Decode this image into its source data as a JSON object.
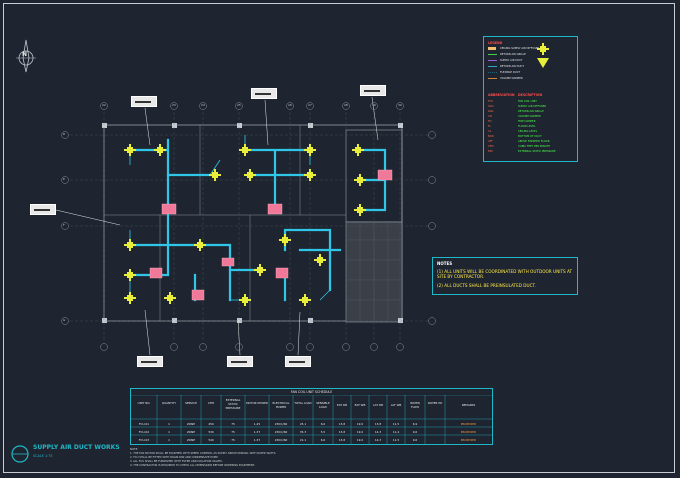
{
  "drawing": {
    "title": "SUPPLY AIR DUCT WORKS",
    "scale": "SCALE 1:75"
  },
  "compass": {
    "letter": "N"
  },
  "grid_labels": {
    "top": [
      "22",
      "23",
      "24",
      "25",
      "26",
      "27",
      "28",
      "29",
      "30"
    ],
    "left": [
      "D",
      "E",
      "F",
      "G"
    ]
  },
  "legend": {
    "heading": "LEGEND",
    "symbols": [
      "CEILING SUPPLY AIR DIFFUSER",
      "RETURN AIR GRILLE",
      "SUPPLY AIR DUCT",
      "RETURN AIR DUCT",
      "FLEXIBLE DUCT",
      "VOLUME DAMPER"
    ],
    "abbr_heading": "ABBREVIATION",
    "desc_heading": "DESCRIPTION",
    "abbreviations": [
      {
        "abbr": "FCU",
        "desc": "FAN COIL UNIT"
      },
      {
        "abbr": "SAD",
        "desc": "SUPPLY AIR DIFFUSER"
      },
      {
        "abbr": "RAG",
        "desc": "RETURN AIR GRILLE"
      },
      {
        "abbr": "VD",
        "desc": "VOLUME DAMPER"
      },
      {
        "abbr": "FD",
        "desc": "FIRE DAMPER"
      },
      {
        "abbr": "FL",
        "desc": "FLOOR LEVEL"
      },
      {
        "abbr": "CL",
        "desc": "CEILING LEVEL"
      },
      {
        "abbr": "BOD",
        "desc": "BOTTOM OF DUCT"
      },
      {
        "abbr": "AFF",
        "desc": "ABOVE FINISHED FLOOR"
      },
      {
        "abbr": "CFM",
        "desc": "CUBIC FEET PER MINUTE"
      },
      {
        "abbr": "ESP",
        "desc": "EXTERNAL STATIC PRESSURE"
      }
    ]
  },
  "notes": {
    "heading": "NOTES",
    "items": [
      "(1) ALL UNITS WILL BE COORDINATED WITH OUTDOOR UNITS AT SITE BY CONTRACTOR.",
      "(2) ALL DUCTS SHALL BE PREINSULATED DUCT."
    ]
  },
  "schedule": {
    "title": "FAN COIL UNIT SCHEDULE",
    "headers": [
      "UNIT NO.",
      "QUANTITY",
      "SERVICE",
      "CFM",
      "EXTERNAL STATIC PRESSURE",
      "MOTOR POWER",
      "ELECTRICAL POWER",
      "TOTAL LOAD",
      "SENSIBLE LOAD",
      "EAT DB",
      "EAT WB",
      "LAT DB",
      "LAT WB",
      "WATER FLOW",
      "WATER PD",
      "REMARKS"
    ],
    "rows": [
      [
        "FCU-01",
        "1",
        "ZONE",
        "450",
        "75",
        "1.25",
        "230/1/60",
        "25.1",
        "6.6",
        "13.8",
        "19.0",
        "13.8",
        "11.5",
        "6.9",
        "PROPOSED"
      ],
      [
        "FCU-02",
        "1",
        "ZONE",
        "530",
        "75",
        "1.37",
        "230/1/60",
        "35.3",
        "5.5",
        "15.8",
        "19.0",
        "14.3",
        "11.4",
        "9.6",
        "PROPOSED"
      ],
      [
        "FCU-03",
        "1",
        "ZONE",
        "540",
        "75",
        "1.37",
        "230/1/60",
        "21.1",
        "6.6",
        "15.8",
        "19.0",
        "14.3",
        "11.5",
        "9.6",
        "PROPOSED"
      ]
    ]
  },
  "footnotes": [
    "NOTE:",
    "1. THE FAN MOTOR SHALL BE EQUIPPED WITH SPEED CONTROL AS SUPPLY ABOVE NORMAL WITH RATED WATTS.",
    "2. FCU SHALL BE FITTED WITH DRAIN PAN AND CONDENSATE PUMP.",
    "3. ALL FCU SHALL BE FURNISHED WITH FILTER AND ISOLATION VALVES.",
    "4. THE CONTRACTOR IS REQUIRED TO CHECK ALL DIMENSIONS BEFORE ORDERING EQUIPMENT."
  ],
  "colors": {
    "background": "#1e2530",
    "supply_duct": "#2fc6e8",
    "diffuser": "#e8ee3a",
    "fcu": "#f07898",
    "frame": "#1fb8c8",
    "text_green": "#4cff4c"
  }
}
